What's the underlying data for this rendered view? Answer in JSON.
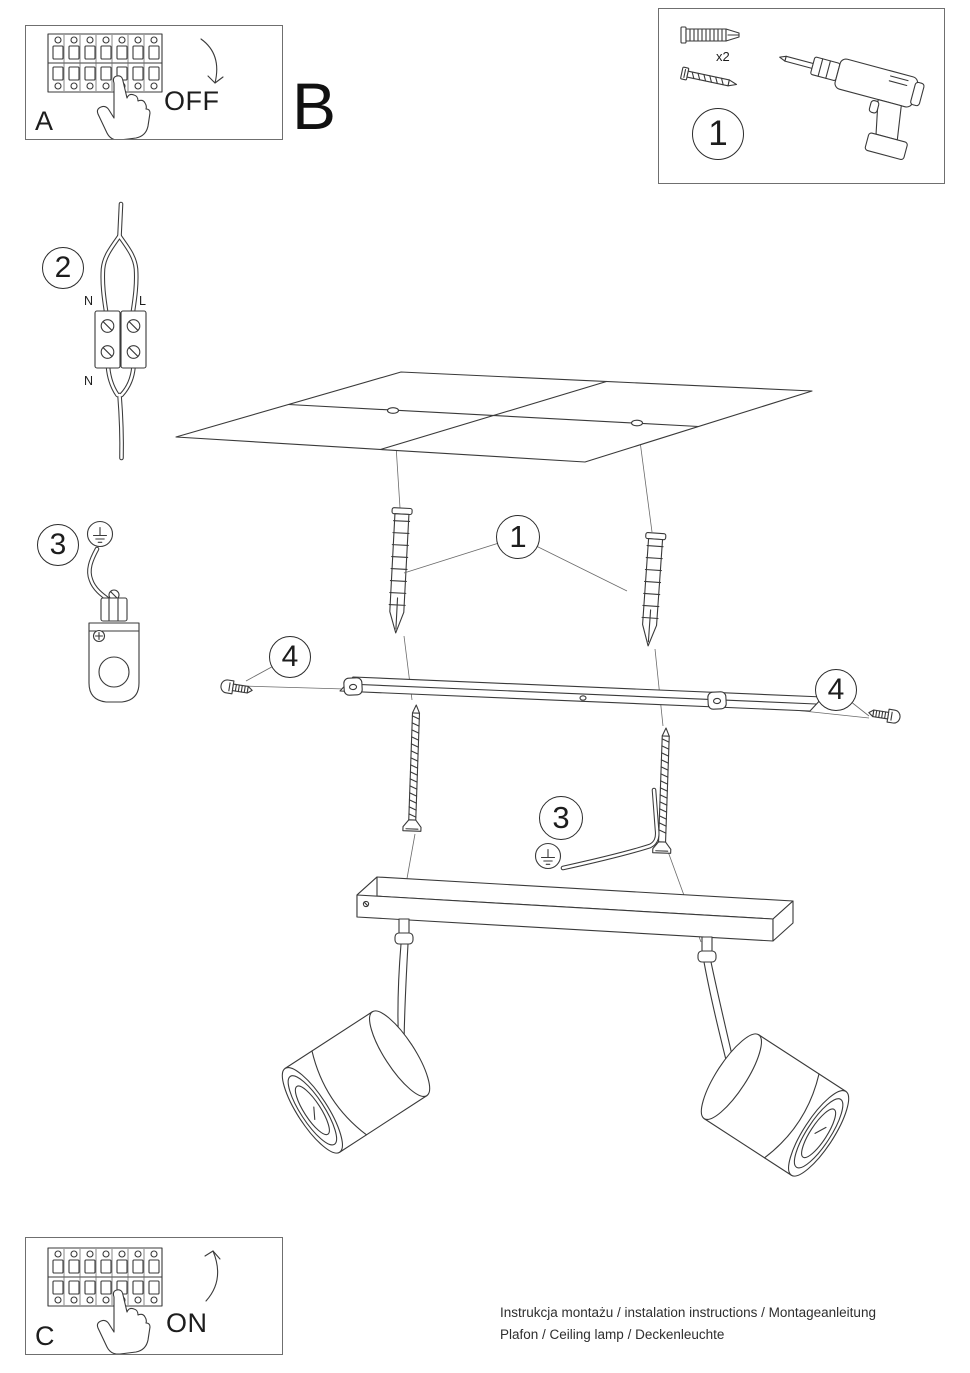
{
  "document": {
    "footer_line1": "Instrukcja montażu / instalation instructions / Montageanleitung",
    "footer_line2": "Plafon / Ceiling lamp / Deckenleuchte"
  },
  "sections": {
    "a_label": "A",
    "b_label": "B",
    "c_label": "C"
  },
  "power": {
    "off": "OFF",
    "on": "ON"
  },
  "kit": {
    "step": "1",
    "anchor_count": "x2"
  },
  "callouts": {
    "wiring_step": "2",
    "ground_step": "3",
    "anchors_step": "1",
    "screw_left_step": "4",
    "screw_right_step": "4",
    "ground_main_step": "3"
  },
  "wiring_labels": {
    "n_top": "N",
    "l_top": "L",
    "n_bottom": "N"
  },
  "colors": {
    "line": "#3a3a3a",
    "paper": "#ffffff"
  }
}
